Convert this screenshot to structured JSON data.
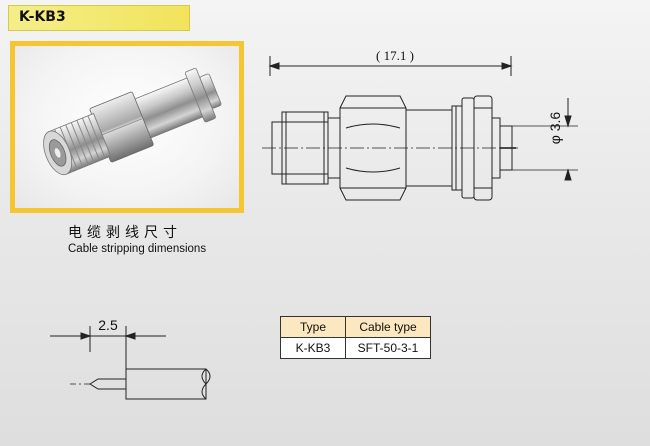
{
  "product": {
    "title": "K-KB3"
  },
  "photo": {
    "alt": "K-KB3 connector photo"
  },
  "captions": {
    "chinese": "电缆剥线尺寸",
    "english": "Cable stripping dimensions"
  },
  "dimensions": {
    "overall_length": "( 17.1 )",
    "diameter": "φ 3.6",
    "strip_length": "2.5"
  },
  "spec_table": {
    "headers": [
      "Type",
      "Cable type"
    ],
    "rows": [
      [
        "K-KB3",
        "SFT-50-3-1"
      ]
    ]
  }
}
